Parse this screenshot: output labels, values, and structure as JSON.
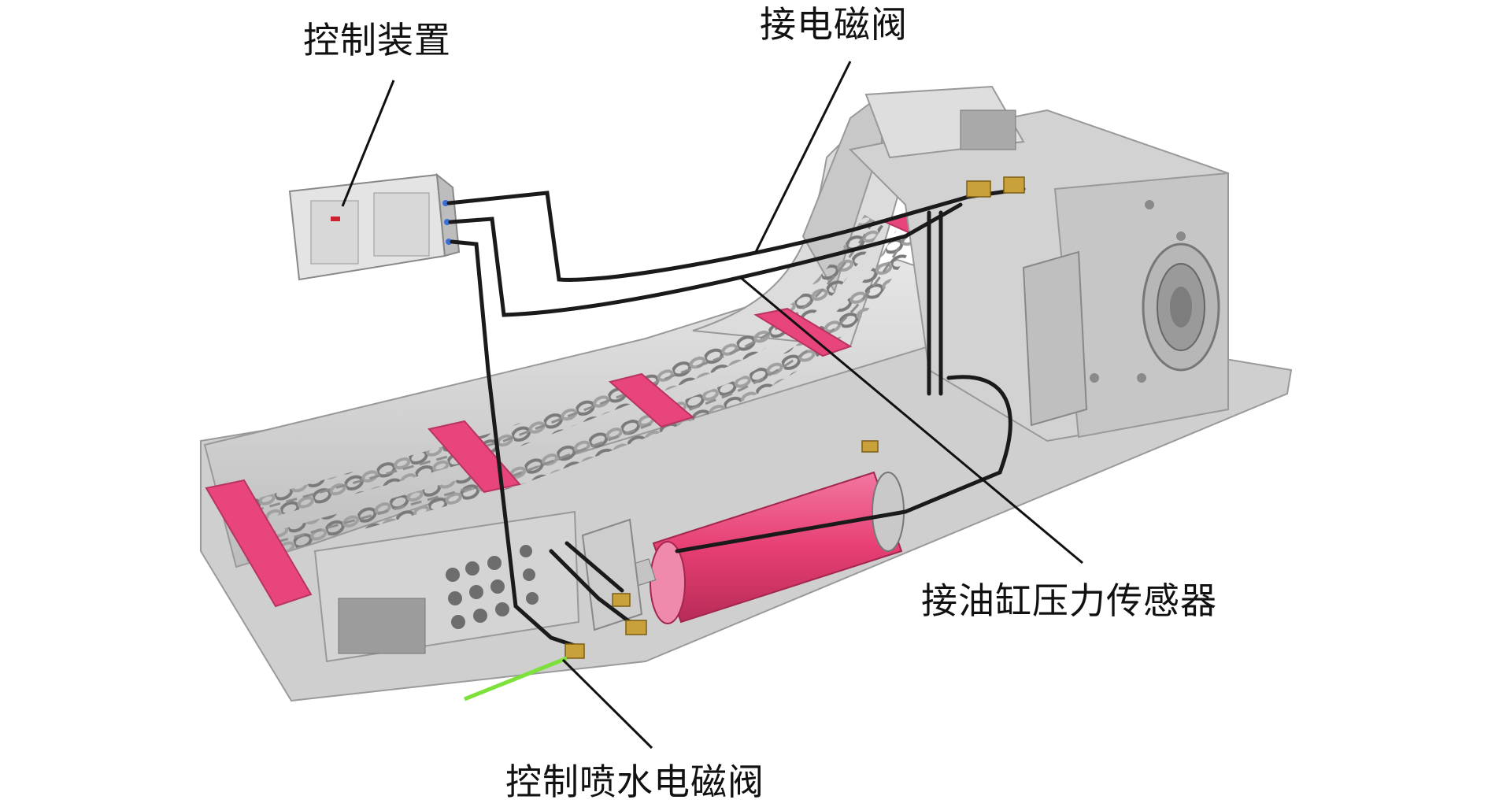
{
  "labels": {
    "control_device": "控制装置",
    "solenoid_valve": "接电磁阀",
    "pressure_sensor": "接油缸压力传感器",
    "spray_valve": "控制喷水电磁阀"
  },
  "colors": {
    "machine_body": "#d9d9d9",
    "machine_shade": "#b5b5b5",
    "flight_bars": "#e8457c",
    "cylinder": "#e73f73",
    "chain": "#8e8e8e",
    "cables": "#1a1a1a",
    "fittings": "#c9a13a",
    "water_pipe": "#7ee03a"
  }
}
